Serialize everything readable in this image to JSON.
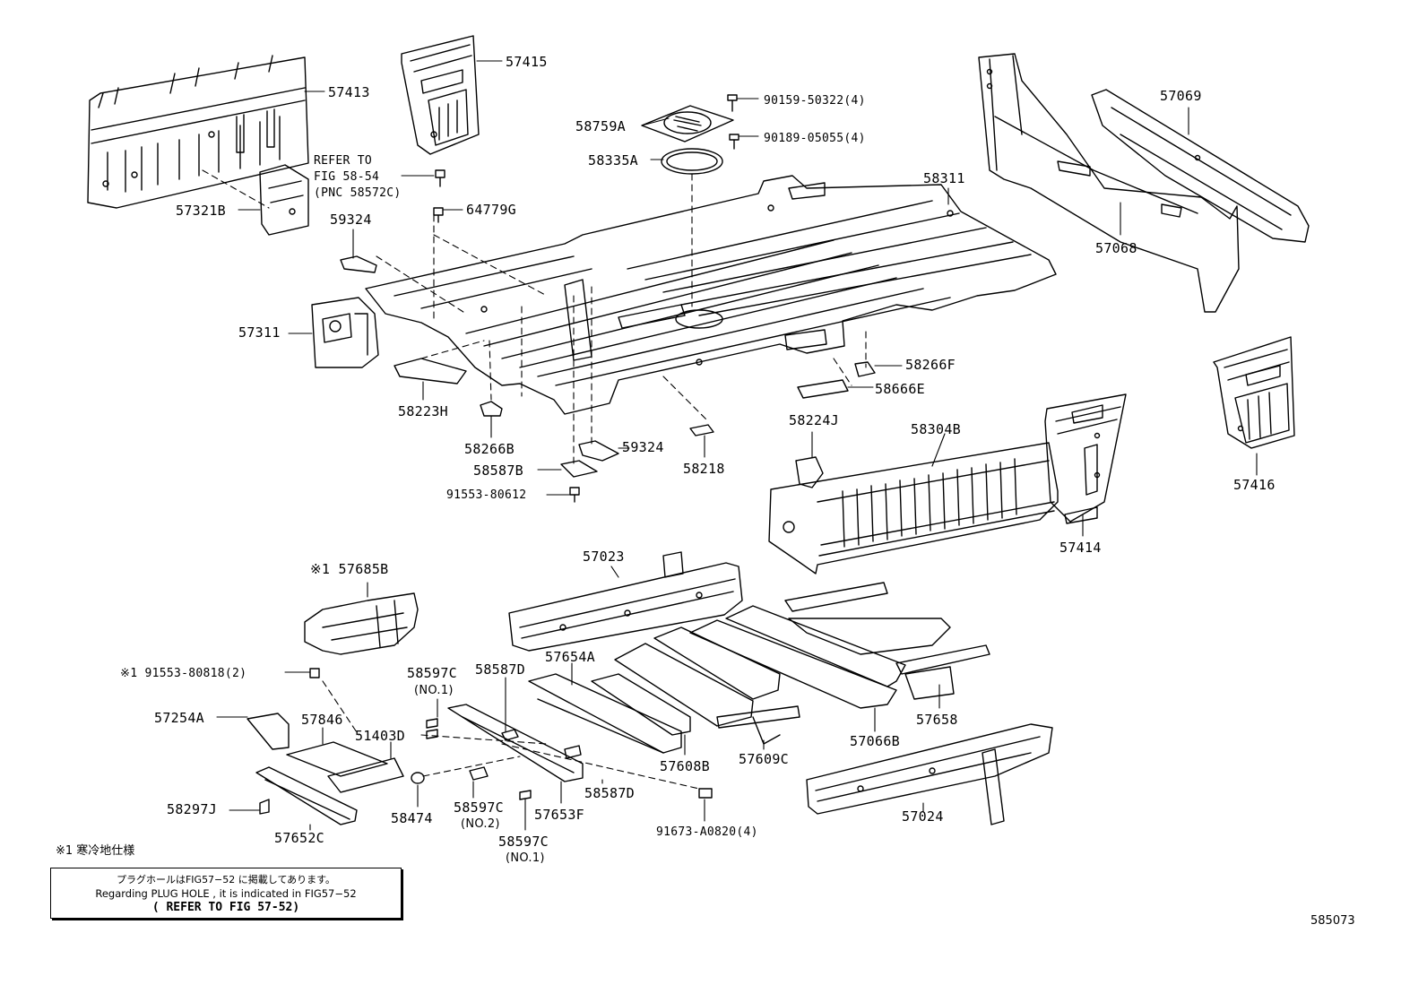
{
  "labels": {
    "p57413": "57413",
    "p57415": "57415",
    "p90159": "90159-50322(4)",
    "p58759A": "58759A",
    "p90189": "90189-05055(4)",
    "p58335A": "58335A",
    "p58311": "58311",
    "p57069": "57069",
    "p57068": "57068",
    "refer1": "REFER TO",
    "refer2": "FIG 58-54",
    "refer3": "(PNC 58572C)",
    "p64779G": "64779G",
    "p57321B": "57321B",
    "p59324a": "59324",
    "p57311": "57311",
    "p58223H": "58223H",
    "p58266B": "58266B",
    "p59324b": "59324",
    "p58587B": "58587B",
    "p91553a": "91553-80612",
    "p58218": "58218",
    "p58266F": "58266F",
    "p58666E": "58666E",
    "p58224J": "58224J",
    "p58304B": "58304B",
    "p57416": "57416",
    "p57414": "57414",
    "p57685B": "※1 57685B",
    "p91553b": "※1 91553-80818(2)",
    "p57023": "57023",
    "p58597C1": "58597C",
    "p58597C1n": "(NO.1)",
    "p58587D1": "58587D",
    "p57654A": "57654A",
    "p57254A": "57254A",
    "p57846": "57846",
    "p51403D": "51403D",
    "p57658": "57658",
    "p57066B": "57066B",
    "p57609C": "57609C",
    "p57608B": "57608B",
    "p58297J": "58297J",
    "p57652C": "57652C",
    "p58474": "58474",
    "p58597C2": "58597C",
    "p58597C2n": "(NO.2)",
    "p58597C3": "58597C",
    "p58597C3n": "(NO.1)",
    "p57653F": "57653F",
    "p58587D2": "58587D",
    "p91673": "91673-A0820(4)",
    "p57024": "57024"
  },
  "footnote": "※1 寒冷地仕様",
  "note": {
    "line1": "プラグホールはFIG57−52 に掲載してあります。",
    "line2": "Regarding PLUG HOLE , it is indicated in FIG57−52",
    "line3": "( REFER TO FIG 57-52)"
  },
  "diagram_code": "585073"
}
